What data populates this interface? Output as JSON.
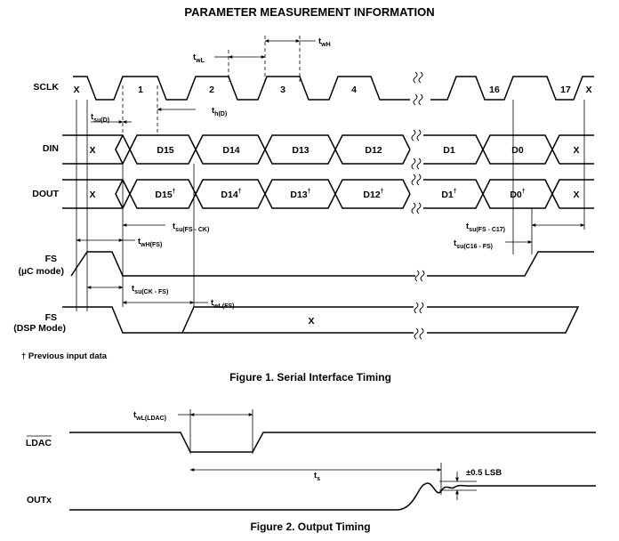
{
  "title": "PARAMETER MEASUREMENT INFORMATION",
  "signals": {
    "sclk": "SCLK",
    "din": "DIN",
    "dout": "DOUT",
    "fs_uc_1": "FS",
    "fs_uc_2": "(µC mode)",
    "fs_dsp_1": "FS",
    "fs_dsp_2": "(DSP Mode)",
    "ldac": "LDAC",
    "outx": "OUTx"
  },
  "sclk_labels": [
    "X",
    "1",
    "2",
    "3",
    "4",
    "16",
    "17",
    "X"
  ],
  "din_labels": [
    "X",
    "D15",
    "D14",
    "D13",
    "D12",
    "D1",
    "D0",
    "X"
  ],
  "dout_labels": [
    "X",
    "D15",
    "D14",
    "D13",
    "D12",
    "D1",
    "D0",
    "X"
  ],
  "dagger": "†",
  "fs_dsp_value": "X",
  "timing": {
    "twl": {
      "main": "t",
      "sub": "wL"
    },
    "twh": {
      "main": "t",
      "sub": "wH"
    },
    "tsu_d": {
      "main": "t",
      "sub": "su(D)"
    },
    "th_d": {
      "main": "t",
      "sub": "h(D)"
    },
    "tsu_fs_ck": {
      "main": "t",
      "sub": "su(FS - CK)"
    },
    "twh_fs": {
      "main": "t",
      "sub": "wH(FS)"
    },
    "tsu_fs_c17": {
      "main": "t",
      "sub": "su(FS - C17)"
    },
    "tsu_c16_fs": {
      "main": "t",
      "sub": "su(C16 - FS)"
    },
    "tsu_ck_fs": {
      "main": "t",
      "sub": "su(CK - FS)"
    },
    "twl_fs": {
      "main": "t",
      "sub": "wL(FS)"
    },
    "twl_ldac": {
      "main": "t",
      "sub": "wL(LDAC)"
    },
    "ts": {
      "main": "t",
      "sub": "s"
    }
  },
  "footnote": "† Previous input data",
  "fig1_caption": "Figure 1. Serial Interface Timing",
  "fig2_caption": "Figure 2. Output Timing",
  "lsb_label": "±0.5 LSB"
}
